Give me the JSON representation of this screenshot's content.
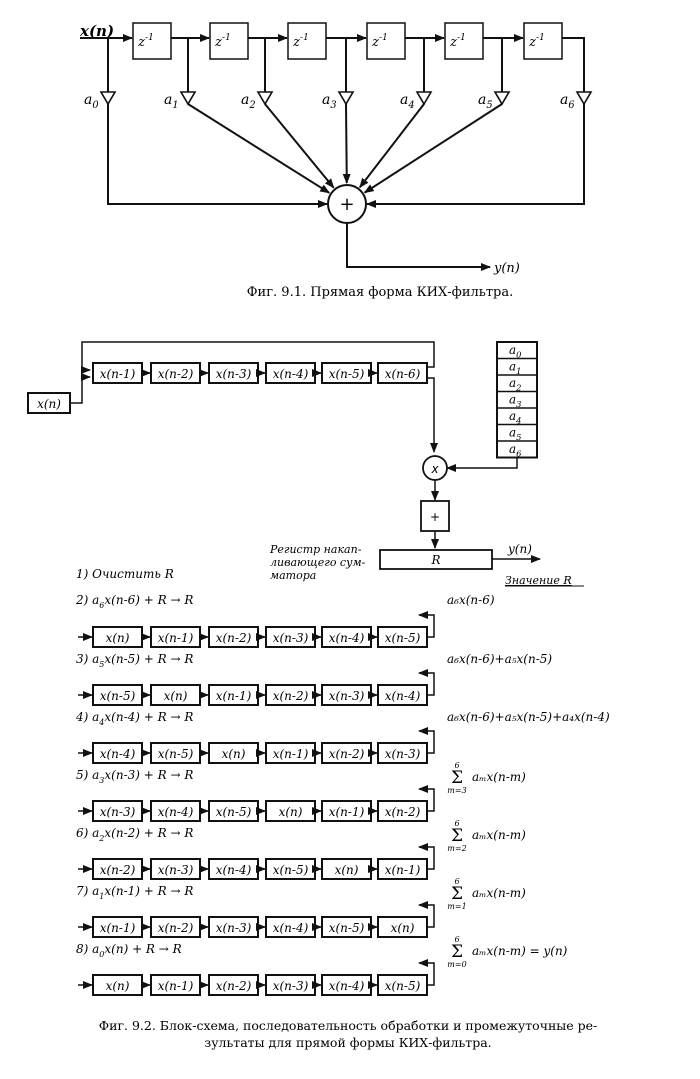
{
  "figure1": {
    "input_label": "x(n)",
    "output_label": "y(n)",
    "delay_label": "z",
    "delay_exp": "-1",
    "delay_count": 6,
    "coefficients": [
      {
        "base": "a",
        "sub": "0"
      },
      {
        "base": "a",
        "sub": "1"
      },
      {
        "base": "a",
        "sub": "2"
      },
      {
        "base": "a",
        "sub": "3"
      },
      {
        "base": "a",
        "sub": "4"
      },
      {
        "base": "a",
        "sub": "5"
      },
      {
        "base": "a",
        "sub": "6"
      }
    ],
    "adder_symbol": "+",
    "caption": "Фиг. 9.1. Прямая форма КИХ-фильтра."
  },
  "figure2": {
    "input_label": "x(n)",
    "shift_register": [
      "x(n-1)",
      "x(n-2)",
      "x(n-3)",
      "x(n-4)",
      "x(n-5)",
      "x(n-6)"
    ],
    "coef_memory": [
      {
        "base": "a",
        "sub": "0"
      },
      {
        "base": "a",
        "sub": "1"
      },
      {
        "base": "a",
        "sub": "2"
      },
      {
        "base": "a",
        "sub": "3"
      },
      {
        "base": "a",
        "sub": "4"
      },
      {
        "base": "a",
        "sub": "5"
      },
      {
        "base": "a",
        "sub": "6"
      }
    ],
    "multiplier_symbol": "x",
    "adder_symbol": "+",
    "register_label": "R",
    "register_desc": [
      "Регистр накап-",
      "ливающего сум-",
      "матора"
    ],
    "output_label": "y(n)",
    "value_header": "Значение R",
    "steps": [
      {
        "num": "1)",
        "text": "Очистить R",
        "cells": null,
        "result": null
      },
      {
        "num": "2)",
        "coef": "6",
        "term": "x(n-6)",
        "cells": [
          "x(n)",
          "x(n-1)",
          "x(n-2)",
          "x(n-3)",
          "x(n-4)",
          "x(n-5)"
        ],
        "result": "a₆x(n-6)"
      },
      {
        "num": "3)",
        "coef": "5",
        "term": "x(n-5)",
        "cells": [
          "x(n-5)",
          "x(n)",
          "x(n-1)",
          "x(n-2)",
          "x(n-3)",
          "x(n-4)"
        ],
        "result": "a₆x(n-6)+a₅x(n-5)"
      },
      {
        "num": "4)",
        "coef": "4",
        "term": "x(n-4)",
        "cells": [
          "x(n-4)",
          "x(n-5)",
          "x(n)",
          "x(n-1)",
          "x(n-2)",
          "x(n-3)"
        ],
        "result": "a₆x(n-6)+a₅x(n-5)+a₄x(n-4)"
      },
      {
        "num": "5)",
        "coef": "3",
        "term": "x(n-3)",
        "cells": [
          "x(n-3)",
          "x(n-4)",
          "x(n-5)",
          "x(n)",
          "x(n-1)",
          "x(n-2)"
        ],
        "sum_lower": "m=3",
        "sum_upper": "6",
        "sum_body": "aₘx(n-m)"
      },
      {
        "num": "6)",
        "coef": "2",
        "term": "x(n-2)",
        "cells": [
          "x(n-2)",
          "x(n-3)",
          "x(n-4)",
          "x(n-5)",
          "x(n)",
          "x(n-1)"
        ],
        "sum_lower": "m=2",
        "sum_upper": "6",
        "sum_body": "aₘx(n-m)"
      },
      {
        "num": "7)",
        "coef": "1",
        "term": "x(n-1)",
        "cells": [
          "x(n-1)",
          "x(n-2)",
          "x(n-3)",
          "x(n-4)",
          "x(n-5)",
          "x(n)"
        ],
        "sum_lower": "m=1",
        "sum_upper": "6",
        "sum_body": "aₘx(n-m)"
      },
      {
        "num": "8)",
        "coef": "0",
        "term": "x(n)",
        "cells": [
          "x(n)",
          "x(n-1)",
          "x(n-2)",
          "x(n-3)",
          "x(n-4)",
          "x(n-5)"
        ],
        "sum_lower": "m=0",
        "sum_upper": "6",
        "sum_body": "aₘx(n-m) = y(n)"
      }
    ],
    "step_suffix": "+ R → R",
    "caption_line1": "Фиг. 9.2. Блок-схема, последовательность обработки и промежуточные ре-",
    "caption_line2": "зультаты для прямой формы КИХ-фильтра."
  }
}
